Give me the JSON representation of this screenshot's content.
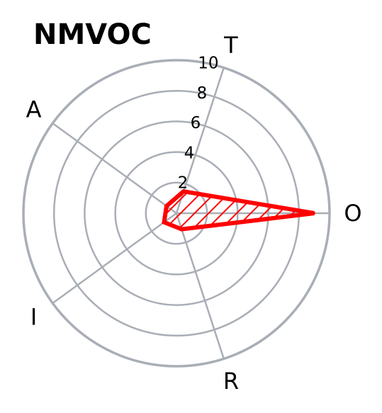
{
  "chart_data": {
    "type": "radar",
    "title": "NMVOC",
    "axes": [
      "O",
      "T",
      "A",
      "I",
      "R"
    ],
    "rlim": [
      0,
      10
    ],
    "rticks": [
      "2",
      "4",
      "6",
      "8",
      "10"
    ],
    "series": [
      {
        "values": [
          9.0,
          1.5,
          0.8,
          1.0,
          1.1
        ]
      }
    ],
    "grid": true,
    "colors": {
      "series": "#ff0000",
      "grid": "#a9aeb6"
    }
  }
}
